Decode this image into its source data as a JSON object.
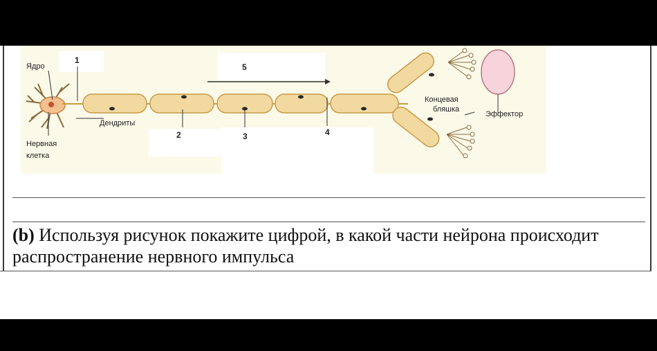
{
  "figure": {
    "labels": {
      "nucleus": "Ядро",
      "dendrites": "Дендриты",
      "nerve_cell_line1": "Нервная",
      "nerve_cell_line2": "клетка",
      "end_plate_line1": "Концевая",
      "end_plate_line2": "бляшка",
      "effector": "Эффектор"
    },
    "numbers": {
      "n1": "1",
      "n2": "2",
      "n3": "3",
      "n4": "4",
      "n5": "5"
    },
    "colors": {
      "axon_fill": "#f2d9a0",
      "axon_stroke": "#c89a4a",
      "cell_body": "#f4c08f",
      "effector_fill": "#f7d3dc",
      "effector_stroke": "#b57a86",
      "background_panel": "#fbf9e8"
    }
  },
  "question": {
    "marker": "(b)",
    "text": " Используя рисунок покажите цифрой, в какой части нейрона происходит распространение нервного импульса"
  }
}
